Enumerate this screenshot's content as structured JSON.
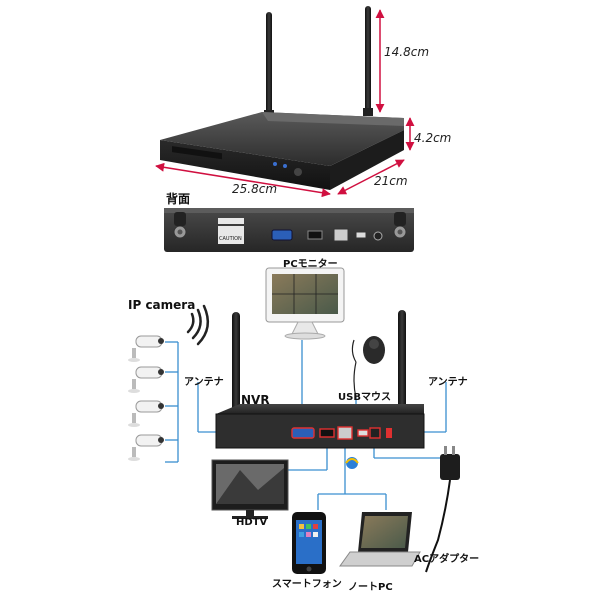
{
  "dimensions": {
    "antenna_height": "14.8cm",
    "unit_height": "4.2cm",
    "unit_width": "25.8cm",
    "unit_depth": "21cm"
  },
  "rear_panel": {
    "title": "背面",
    "caution": "CAUTION"
  },
  "labels": {
    "pc_monitor": "PCモニター",
    "ip_camera": "IP camera",
    "antenna_left": "アンテナ",
    "antenna_right": "アンテナ",
    "nvr": "NVR",
    "usb_mouse": "USBマウス",
    "hdtv": "HDTV",
    "smartphone": "スマートフォン",
    "laptop": "ノートPC",
    "ac_adapter": "ACアダプター"
  },
  "colors": {
    "dimension_arrow": "#d01040",
    "connection_line": "#3a8fd0",
    "device_dark": "#2a2a2a",
    "port_highlight": "#e03030"
  }
}
